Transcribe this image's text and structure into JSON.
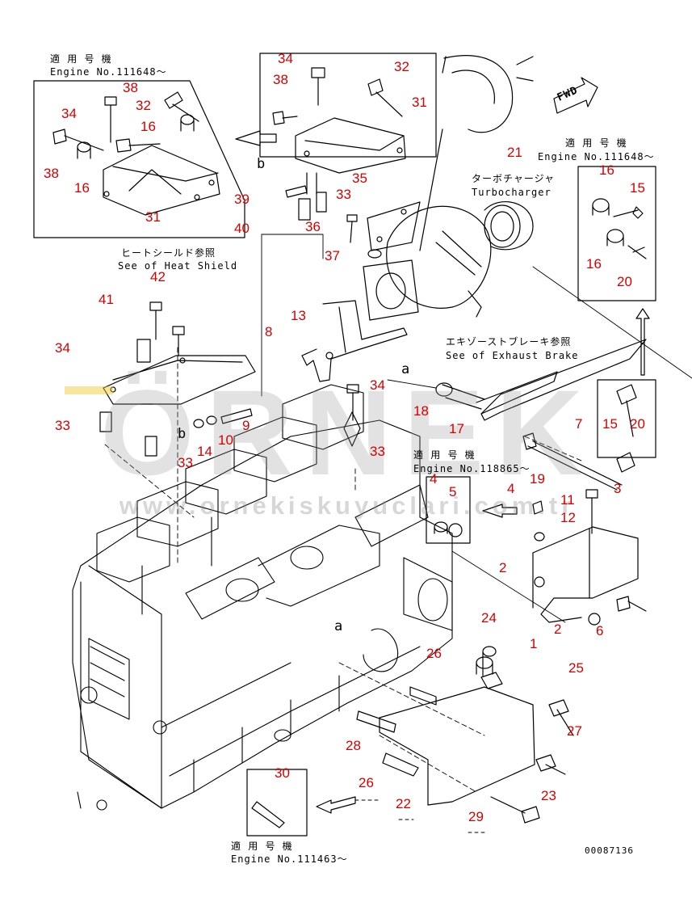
{
  "notes": {
    "applicable_machine_jp": "適 用 号 機",
    "engine_111648_top_left": "Engine No.111648～",
    "engine_111648_right": "Engine No.111648～",
    "engine_118865": "Engine No.118865～",
    "engine_111463": "Engine No.111463～",
    "turbocharger_jp": "ターボチャージャ",
    "turbocharger_en": "Turbocharger",
    "heat_shield_jp": "ヒートシールド参照",
    "heat_shield_en": "See of Heat Shield",
    "exhaust_brake_jp": "エキゾーストブレーキ参照",
    "exhaust_brake_en": "See of Exhaust Brake",
    "fwd": "FWD",
    "drawing_number": "00087136"
  },
  "view_markers": {
    "a1": "a",
    "a2": "a",
    "b1": "b",
    "b2": "b"
  },
  "watermark": {
    "brand": "ÖRNEK",
    "url": "www.ornekiskuyuclari.com.tr",
    "brand_color": "#f0c828"
  },
  "callouts": [
    {
      "id": "c1",
      "label": "1"
    },
    {
      "id": "c2a",
      "label": "2"
    },
    {
      "id": "c2b",
      "label": "2"
    },
    {
      "id": "c3",
      "label": "3"
    },
    {
      "id": "c4a",
      "label": "4"
    },
    {
      "id": "c4b",
      "label": "4"
    },
    {
      "id": "c5",
      "label": "5"
    },
    {
      "id": "c6",
      "label": "6"
    },
    {
      "id": "c7",
      "label": "7"
    },
    {
      "id": "c8",
      "label": "8"
    },
    {
      "id": "c9",
      "label": "9"
    },
    {
      "id": "c10",
      "label": "10"
    },
    {
      "id": "c11",
      "label": "11"
    },
    {
      "id": "c12",
      "label": "12"
    },
    {
      "id": "c13",
      "label": "13"
    },
    {
      "id": "c14",
      "label": "14"
    },
    {
      "id": "c15a",
      "label": "15"
    },
    {
      "id": "c15b",
      "label": "15"
    },
    {
      "id": "c16a",
      "label": "16"
    },
    {
      "id": "c16b",
      "label": "16"
    },
    {
      "id": "c16c",
      "label": "16"
    },
    {
      "id": "c16d",
      "label": "16"
    },
    {
      "id": "c17",
      "label": "17"
    },
    {
      "id": "c18",
      "label": "18"
    },
    {
      "id": "c19",
      "label": "19"
    },
    {
      "id": "c20a",
      "label": "20"
    },
    {
      "id": "c20b",
      "label": "20"
    },
    {
      "id": "c21",
      "label": "21"
    },
    {
      "id": "c22",
      "label": "22"
    },
    {
      "id": "c23",
      "label": "23"
    },
    {
      "id": "c24",
      "label": "24"
    },
    {
      "id": "c25",
      "label": "25"
    },
    {
      "id": "c26a",
      "label": "26"
    },
    {
      "id": "c26b",
      "label": "26"
    },
    {
      "id": "c27",
      "label": "27"
    },
    {
      "id": "c28",
      "label": "28"
    },
    {
      "id": "c29",
      "label": "29"
    },
    {
      "id": "c30",
      "label": "30"
    },
    {
      "id": "c31a",
      "label": "31"
    },
    {
      "id": "c31b",
      "label": "31"
    },
    {
      "id": "c32a",
      "label": "32"
    },
    {
      "id": "c32b",
      "label": "32"
    },
    {
      "id": "c33a",
      "label": "33"
    },
    {
      "id": "c33b",
      "label": "33"
    },
    {
      "id": "c33c",
      "label": "33"
    },
    {
      "id": "c33d",
      "label": "33"
    },
    {
      "id": "c34a",
      "label": "34"
    },
    {
      "id": "c34b",
      "label": "34"
    },
    {
      "id": "c34c",
      "label": "34"
    },
    {
      "id": "c34d",
      "label": "34"
    },
    {
      "id": "c35",
      "label": "35"
    },
    {
      "id": "c36",
      "label": "36"
    },
    {
      "id": "c37",
      "label": "37"
    },
    {
      "id": "c38a",
      "label": "38"
    },
    {
      "id": "c38b",
      "label": "38"
    },
    {
      "id": "c38c",
      "label": "38"
    },
    {
      "id": "c39",
      "label": "39"
    },
    {
      "id": "c40",
      "label": "40"
    },
    {
      "id": "c41",
      "label": "41"
    },
    {
      "id": "c42",
      "label": "42"
    }
  ]
}
